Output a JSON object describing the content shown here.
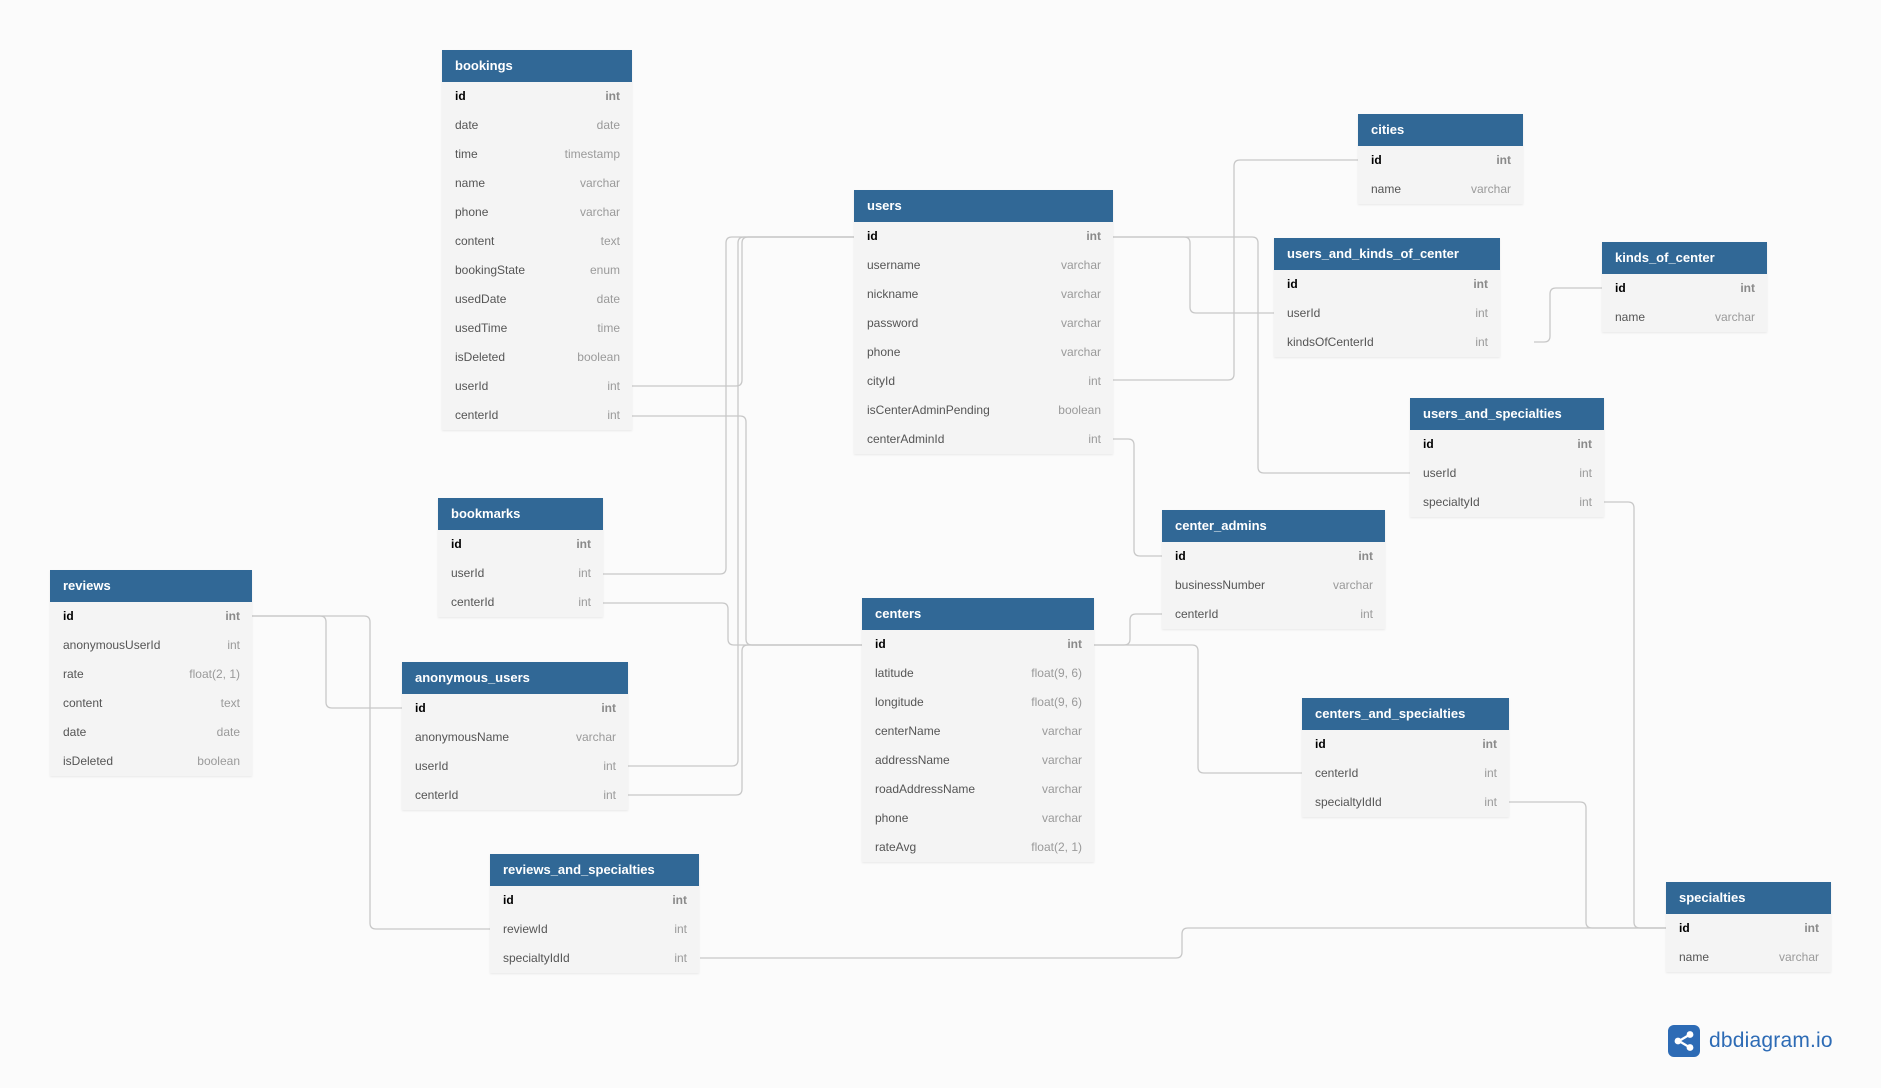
{
  "app": {
    "brand_name": "dbdiagram.io",
    "logo_icon": "share-nodes-icon"
  },
  "colors": {
    "header_bg": "#316896",
    "header_text": "#ffffff",
    "body_bg": "#f4f4f4",
    "canvas_bg": "#fbfbfb",
    "edge": "#c8c8c8",
    "brand": "#2d6bb5"
  },
  "tables": [
    {
      "id": "bookings",
      "name": "bookings",
      "columns": [
        {
          "name": "id",
          "type": "int",
          "pk": true
        },
        {
          "name": "date",
          "type": "date"
        },
        {
          "name": "time",
          "type": "timestamp"
        },
        {
          "name": "name",
          "type": "varchar"
        },
        {
          "name": "phone",
          "type": "varchar"
        },
        {
          "name": "content",
          "type": "text"
        },
        {
          "name": "bookingState",
          "type": "enum"
        },
        {
          "name": "usedDate",
          "type": "date"
        },
        {
          "name": "usedTime",
          "type": "time"
        },
        {
          "name": "isDeleted",
          "type": "boolean"
        },
        {
          "name": "userId",
          "type": "int"
        },
        {
          "name": "centerId",
          "type": "int"
        }
      ]
    },
    {
      "id": "users",
      "name": "users",
      "columns": [
        {
          "name": "id",
          "type": "int",
          "pk": true
        },
        {
          "name": "username",
          "type": "varchar"
        },
        {
          "name": "nickname",
          "type": "varchar"
        },
        {
          "name": "password",
          "type": "varchar"
        },
        {
          "name": "phone",
          "type": "varchar"
        },
        {
          "name": "cityId",
          "type": "int"
        },
        {
          "name": "isCenterAdminPending",
          "type": "boolean"
        },
        {
          "name": "centerAdminId",
          "type": "int"
        }
      ]
    },
    {
      "id": "cities",
      "name": "cities",
      "columns": [
        {
          "name": "id",
          "type": "int",
          "pk": true
        },
        {
          "name": "name",
          "type": "varchar"
        }
      ]
    },
    {
      "id": "users_and_kinds_of_center",
      "name": "users_and_kinds_of_center",
      "columns": [
        {
          "name": "id",
          "type": "int",
          "pk": true
        },
        {
          "name": "userId",
          "type": "int"
        },
        {
          "name": "kindsOfCenterId",
          "type": "int"
        }
      ]
    },
    {
      "id": "kinds_of_center",
      "name": "kinds_of_center",
      "columns": [
        {
          "name": "id",
          "type": "int",
          "pk": true
        },
        {
          "name": "name",
          "type": "varchar"
        }
      ]
    },
    {
      "id": "users_and_specialties",
      "name": "users_and_specialties",
      "columns": [
        {
          "name": "id",
          "type": "int",
          "pk": true
        },
        {
          "name": "userId",
          "type": "int"
        },
        {
          "name": "specialtyId",
          "type": "int"
        }
      ]
    },
    {
      "id": "bookmarks",
      "name": "bookmarks",
      "columns": [
        {
          "name": "id",
          "type": "int",
          "pk": true
        },
        {
          "name": "userId",
          "type": "int"
        },
        {
          "name": "centerId",
          "type": "int"
        }
      ]
    },
    {
      "id": "center_admins",
      "name": "center_admins",
      "columns": [
        {
          "name": "id",
          "type": "int",
          "pk": true
        },
        {
          "name": "businessNumber",
          "type": "varchar"
        },
        {
          "name": "centerId",
          "type": "int"
        }
      ]
    },
    {
      "id": "reviews",
      "name": "reviews",
      "columns": [
        {
          "name": "id",
          "type": "int",
          "pk": true
        },
        {
          "name": "anonymousUserId",
          "type": "int"
        },
        {
          "name": "rate",
          "type": "float(2, 1)"
        },
        {
          "name": "content",
          "type": "text"
        },
        {
          "name": "date",
          "type": "date"
        },
        {
          "name": "isDeleted",
          "type": "boolean"
        }
      ]
    },
    {
      "id": "centers",
      "name": "centers",
      "columns": [
        {
          "name": "id",
          "type": "int",
          "pk": true
        },
        {
          "name": "latitude",
          "type": "float(9, 6)"
        },
        {
          "name": "longitude",
          "type": "float(9, 6)"
        },
        {
          "name": "centerName",
          "type": "varchar"
        },
        {
          "name": "addressName",
          "type": "varchar"
        },
        {
          "name": "roadAddressName",
          "type": "varchar"
        },
        {
          "name": "phone",
          "type": "varchar"
        },
        {
          "name": "rateAvg",
          "type": "float(2, 1)"
        }
      ]
    },
    {
      "id": "anonymous_users",
      "name": "anonymous_users",
      "columns": [
        {
          "name": "id",
          "type": "int",
          "pk": true
        },
        {
          "name": "anonymousName",
          "type": "varchar"
        },
        {
          "name": "userId",
          "type": "int"
        },
        {
          "name": "centerId",
          "type": "int"
        }
      ]
    },
    {
      "id": "centers_and_specialties",
      "name": "centers_and_specialties",
      "columns": [
        {
          "name": "id",
          "type": "int",
          "pk": true
        },
        {
          "name": "centerId",
          "type": "int"
        },
        {
          "name": "specialtyIdId",
          "type": "int"
        }
      ]
    },
    {
      "id": "reviews_and_specialties",
      "name": "reviews_and_specialties",
      "columns": [
        {
          "name": "id",
          "type": "int",
          "pk": true
        },
        {
          "name": "reviewId",
          "type": "int"
        },
        {
          "name": "specialtyIdId",
          "type": "int"
        }
      ]
    },
    {
      "id": "specialties",
      "name": "specialties",
      "columns": [
        {
          "name": "id",
          "type": "int",
          "pk": true
        },
        {
          "name": "name",
          "type": "varchar"
        }
      ]
    }
  ]
}
